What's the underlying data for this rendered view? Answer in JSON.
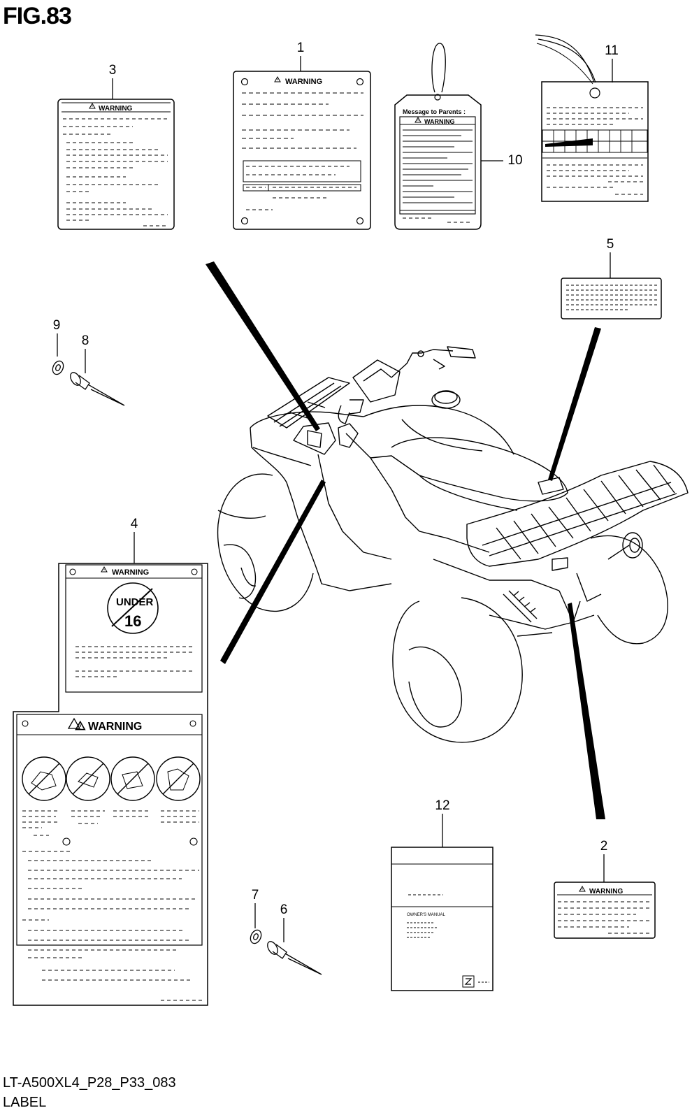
{
  "figure": {
    "title": "FIG.83",
    "model_code": "LT-A500XL4_P28_P33_083",
    "section_name": "LABEL"
  },
  "callouts": [
    "1",
    "2",
    "3",
    "4",
    "5",
    "6",
    "7",
    "8",
    "9",
    "10",
    "11",
    "12"
  ],
  "label_texts": {
    "warning": "WARNING",
    "message_to_parents": "Message to Parents :",
    "under": "UNDER",
    "age": "16",
    "owners_manual": "OWNER'S MANUAL"
  }
}
